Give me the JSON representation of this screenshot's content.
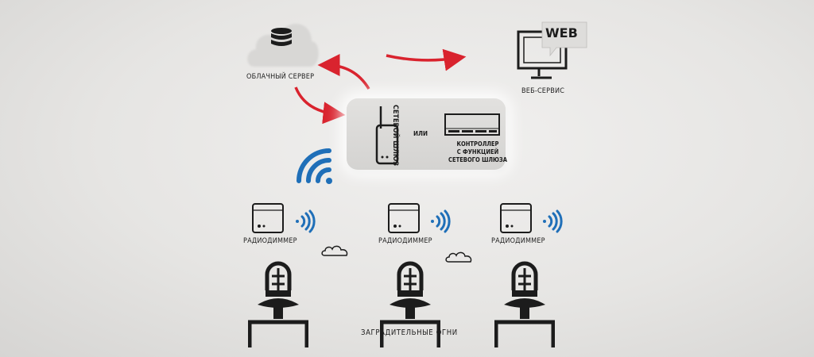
{
  "labels": {
    "cloud_server": "ОБЛАЧНЫЙ СЕРВЕР",
    "web_service": "ВЕБ-СЕРВИС",
    "web_badge": "WEB",
    "gateway": "СЕТЕВОЙ ШЛЮЗ",
    "or": "ИЛИ",
    "controller_line1": "КОНТРОЛЛЕР",
    "controller_line2": "С ФУНКЦИЕЙ",
    "controller_line3": "СЕТЕВОГО ШЛЮЗА",
    "dimmer_1": "РАДИОДИММЕР",
    "dimmer_2": "РАДИОДИММЕР",
    "dimmer_3": "РАДИОДИММЕР",
    "barrier_lights": "ЗАГРАДИТЕЛЬНЫЕ ОГНИ"
  },
  "colors": {
    "arrow_red": "#d9232e",
    "wifi_blue": "#1f6fb8",
    "ink": "#1c1c1c"
  },
  "icons": [
    "database-icon",
    "cloud-icon",
    "monitor-icon",
    "gateway-device-icon",
    "controller-icon",
    "dimmer-device-icon",
    "wifi-icon",
    "beacon-light-icon"
  ]
}
